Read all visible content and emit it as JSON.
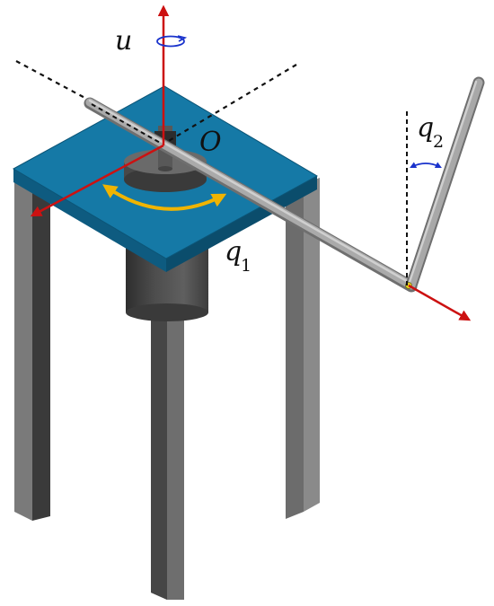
{
  "labels": {
    "input": "u",
    "origin": "O",
    "joint1_base": "q",
    "joint1_sub": "1",
    "joint2_base": "q",
    "joint2_sub": "2"
  },
  "colors": {
    "axis_arrow": "#cc1111",
    "rotation_indicator": "#1a33cc",
    "base_rotation_arrow": "#f0b400",
    "tabletop_top": "#1579a6",
    "tabletop_edge": "#0e5b80",
    "metal_dark": "#3c3c3c",
    "metal_mid": "#5a5a5a",
    "rod": "#a6a6a6",
    "dashed_line": "#111111",
    "joint_marker": "#e6d21a"
  }
}
